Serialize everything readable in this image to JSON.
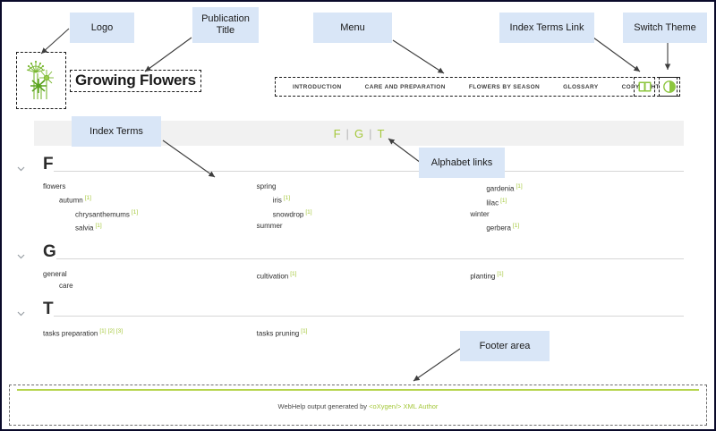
{
  "window": {
    "border_color": "#0a0a2a"
  },
  "theme": {
    "accent_green": "#a5c83c",
    "callout_bg": "#d9e6f7",
    "alpha_bar_bg": "#f1f1f1"
  },
  "header": {
    "logo_icon": "flowers-logo-icon",
    "publication_title": "Growing Flowers",
    "menu_items": [
      {
        "label": "INTRODUCTION"
      },
      {
        "label": "CARE AND PREPARATION"
      },
      {
        "label": "FLOWERS BY SEASON"
      },
      {
        "label": "GLOSSARY"
      },
      {
        "label": "COPYRIGHT"
      }
    ],
    "index_terms_icon": "open-book-icon",
    "theme_switch_icon": "contrast-circle-icon"
  },
  "alphabet": {
    "links": [
      "F",
      "G",
      "T"
    ],
    "separator": "|"
  },
  "index": {
    "sections": [
      {
        "letter": "F",
        "columns": [
          [
            {
              "text": "flowers",
              "level": 1,
              "refs": []
            },
            {
              "text": "autumn",
              "level": 2,
              "refs": [
                "[1]"
              ]
            },
            {
              "text": "chrysanthemums",
              "level": 3,
              "refs": [
                "[1]"
              ]
            },
            {
              "text": "salvia",
              "level": 3,
              "refs": [
                "[1]"
              ]
            }
          ],
          [
            {
              "text": "spring",
              "level": 1,
              "refs": []
            },
            {
              "text": "iris",
              "level": 2,
              "refs": [
                "[1]"
              ]
            },
            {
              "text": "snowdrop",
              "level": 2,
              "refs": [
                "[1]"
              ]
            },
            {
              "text": "summer",
              "level": 1,
              "refs": []
            }
          ],
          [
            {
              "text": "gardenia",
              "level": 2,
              "refs": [
                "[1]"
              ]
            },
            {
              "text": "lilac",
              "level": 2,
              "refs": [
                "[1]"
              ]
            },
            {
              "text": "winter",
              "level": 1,
              "refs": []
            },
            {
              "text": "gerbera",
              "level": 2,
              "refs": [
                "[1]"
              ]
            }
          ]
        ]
      },
      {
        "letter": "G",
        "columns": [
          [
            {
              "text": "general",
              "level": 1,
              "refs": []
            },
            {
              "text": "care",
              "level": 2,
              "refs": []
            }
          ],
          [
            {
              "text": "cultivation",
              "level": 1,
              "refs": [
                "[1]"
              ]
            }
          ],
          [
            {
              "text": "planting",
              "level": 1,
              "refs": [
                "[1]"
              ]
            }
          ]
        ]
      },
      {
        "letter": "T",
        "columns": [
          [
            {
              "text": "tasks preparation",
              "level": 1,
              "refs": [
                "[1]",
                "[2]",
                "[3]"
              ]
            }
          ],
          [
            {
              "text": "tasks pruning",
              "level": 1,
              "refs": [
                "[1]"
              ]
            }
          ],
          []
        ]
      }
    ]
  },
  "footer": {
    "text_prefix": "WebHelp output generated by ",
    "brand": "<oXygen/> XML Author"
  },
  "callouts": [
    {
      "id": "logo",
      "label": "Logo"
    },
    {
      "id": "publication-title",
      "label": "Publication\nTitle"
    },
    {
      "id": "menu",
      "label": "Menu"
    },
    {
      "id": "index-terms-link",
      "label": "Index Terms Link"
    },
    {
      "id": "switch-theme",
      "label": "Switch Theme"
    },
    {
      "id": "index-terms",
      "label": "Index Terms"
    },
    {
      "id": "alphabet-links",
      "label": "Alphabet links"
    },
    {
      "id": "footer-area",
      "label": "Footer area"
    }
  ]
}
